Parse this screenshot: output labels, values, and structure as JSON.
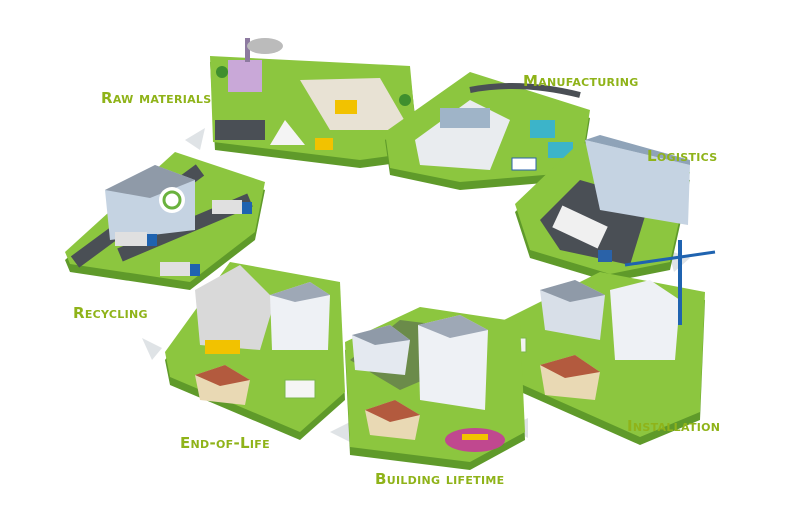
{
  "colors": {
    "label": "#8fb319",
    "grass": "#8cc63f",
    "grass_dark": "#5f9a2a",
    "road": "#4a4f55",
    "arrow": "#dfe3e6"
  },
  "stages": [
    {
      "id": "raw-materials",
      "label": "Raw materials"
    },
    {
      "id": "manufacturing",
      "label": "Manufacturing"
    },
    {
      "id": "logistics",
      "label": "Logistics"
    },
    {
      "id": "installation",
      "label": "Installation"
    },
    {
      "id": "building-lifetime",
      "label": "Building lifetime"
    },
    {
      "id": "end-of-life",
      "label": "End-of-Life"
    },
    {
      "id": "recycling",
      "label": "Recycling"
    }
  ]
}
